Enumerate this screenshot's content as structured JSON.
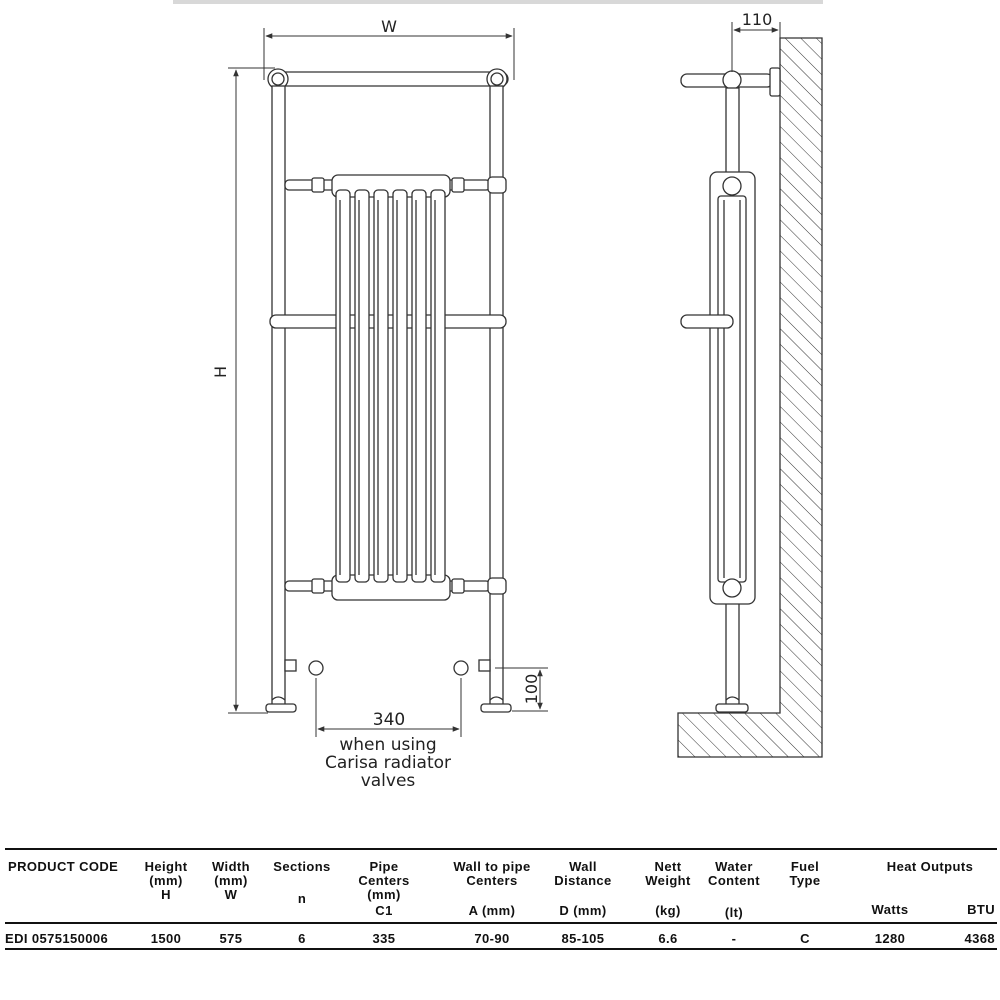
{
  "drawing": {
    "labels": {
      "width": "W",
      "height": "H",
      "wall_offset": "110",
      "pipe_centers": "340",
      "floor_offset": "100",
      "note_line1": "when using",
      "note_line2": "Carisa radiator",
      "note_line3": "valves"
    }
  },
  "spec_table": {
    "headers": {
      "product_code": "PRODUCT CODE",
      "height": "Height",
      "height_unit": "(mm)",
      "height_sym": "H",
      "width": "Width",
      "width_unit": "(mm)",
      "width_sym": "W",
      "sections": "Sections",
      "sections_sym": "n",
      "pipe_centers_l1": "Pipe",
      "pipe_centers_l2": "Centers",
      "pipe_centers_l3": "(mm)",
      "pipe_centers_sym": "C1",
      "wall_to_pipe_l1": "Wall to pipe",
      "wall_to_pipe_l2": "Centers",
      "wall_to_pipe_sym": "A (mm)",
      "wall_distance_l1": "Wall",
      "wall_distance_l2": "Distance",
      "wall_distance_sym": "D (mm)",
      "nett_weight_l1": "Nett",
      "nett_weight_l2": "Weight",
      "nett_weight_unit": "(kg)",
      "water_content_l1": "Water",
      "water_content_l2": "Content",
      "water_content_unit": "(lt)",
      "fuel_type_l1": "Fuel",
      "fuel_type_l2": "Type",
      "heat_outputs": "Heat Outputs",
      "watts": "Watts",
      "btu": "BTU"
    },
    "row": {
      "product_code": "EDI 0575150006",
      "height": "1500",
      "width": "575",
      "sections": "6",
      "pipe_centers": "335",
      "wall_to_pipe": "70-90",
      "wall_distance": "85-105",
      "nett_weight": "6.6",
      "water_content": "-",
      "fuel_type": "C",
      "watts": "1280",
      "btu": "4368"
    }
  }
}
